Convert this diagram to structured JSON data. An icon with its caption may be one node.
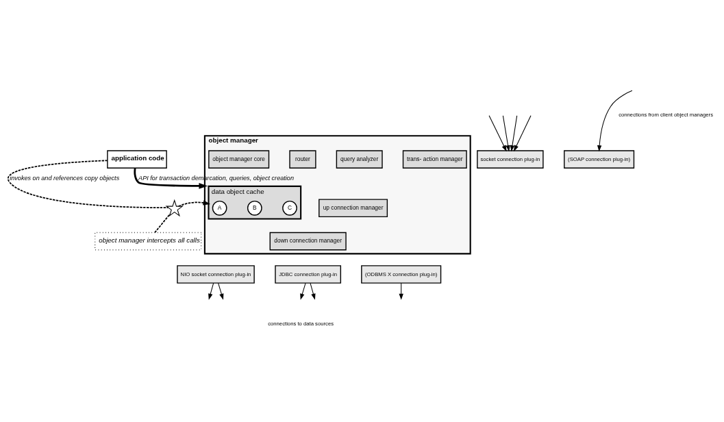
{
  "diagram": {
    "nodes": [
      {
        "text": [
          "application code"
        ]
      },
      {
        "text": [
          "object manager"
        ]
      },
      {
        "text": [
          "socket connection plug-in"
        ]
      },
      {
        "text": [
          "(SOAP connection plug-in)"
        ]
      },
      {
        "text": [
          "up connection manager"
        ],
        "in": 1
      },
      {
        "text": [
          "object manager core"
        ],
        "in": 1
      },
      {
        "text": [
          "data object cache"
        ],
        "in": 1
      },
      {
        "text": [
          "A"
        ],
        "in": 6
      },
      {
        "text": [
          "B"
        ],
        "in": 6
      },
      {
        "text": [
          "C"
        ],
        "in": 6
      },
      {
        "text": [
          "router"
        ],
        "in": 1
      },
      {
        "text": [
          "query analyzer"
        ],
        "in": 1
      },
      {
        "text": [
          "trans- action manager"
        ],
        "in": 1
      },
      {
        "text": [
          "down connection manager"
        ],
        "in": 1
      },
      {
        "text": [
          "NIO socket connection plug-in"
        ]
      },
      {
        "text": [
          "JDBC connection plug-in"
        ]
      },
      {
        "text": [
          "(ODBMS X connection plug-in)"
        ]
      },
      {
        "text": [],
        "shape": "star"
      },
      {
        "text": [
          "object manager intercepts all calls"
        ]
      }
    ],
    "edges": [
      {
        "from": null,
        "to": 2,
        "arrow": "to"
      },
      {
        "from": null,
        "to": 2,
        "arrow": "to"
      },
      {
        "from": null,
        "to": 2,
        "arrow": "to"
      },
      {
        "from": null,
        "to": 2,
        "arrow": "to"
      },
      {
        "from": null,
        "to": 3,
        "arrow": "to"
      },
      {
        "from": 0,
        "to": 1,
        "arrow": "to",
        "style": "thick",
        "label": "API for transaction demarcation, queries, object creation"
      },
      {
        "from": 0,
        "to": 17,
        "arrow": "none",
        "style": "dashed",
        "label": "invokes on and references copy objects"
      },
      {
        "from": 17,
        "to": 6,
        "arrow": "to",
        "style": "dashed"
      },
      {
        "from": 18,
        "to": 17,
        "arrow": "none",
        "style": "dashed"
      },
      {
        "from": 14,
        "to": null,
        "arrow": "to"
      },
      {
        "from": 14,
        "to": null,
        "arrow": "to"
      },
      {
        "from": 15,
        "to": null,
        "arrow": "to"
      },
      {
        "from": 15,
        "to": null,
        "arrow": "to"
      },
      {
        "from": 16,
        "to": null,
        "arrow": "to"
      }
    ],
    "labels": [
      "connections from client object managers",
      "connections to data sources"
    ]
  }
}
